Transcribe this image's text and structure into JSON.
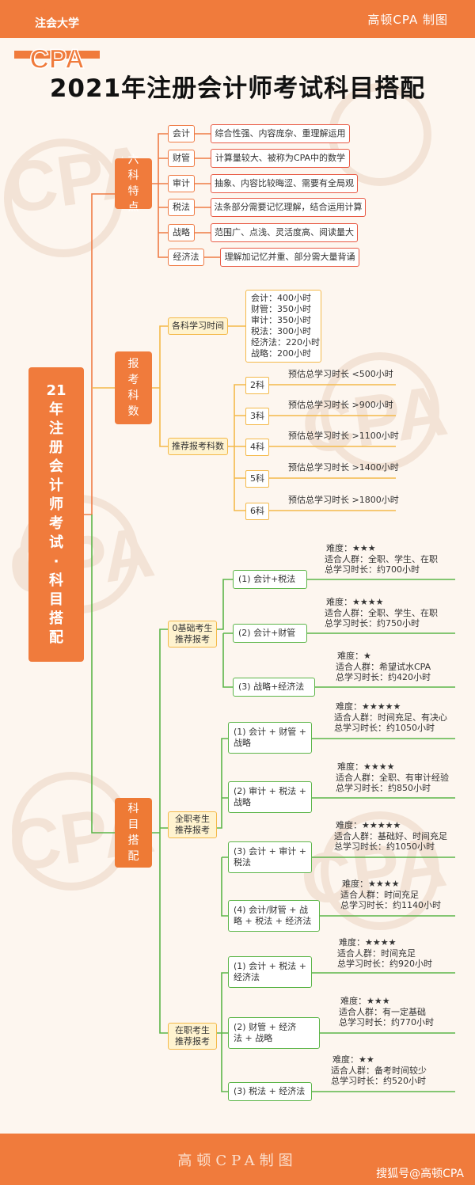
{
  "header": {
    "credit": "高顿CPA  制图"
  },
  "logo": {
    "text": "注会大学",
    "mark": "CPA"
  },
  "title": "2021年注册会计师考试科目搭配",
  "root_label": [
    "21",
    "年",
    "注",
    "册",
    "会",
    "计",
    "师",
    "考",
    "试",
    "·",
    "科",
    "目",
    "搭",
    "配"
  ],
  "branches": {
    "features": {
      "label": "六\n科\n特\n点",
      "items": [
        {
          "subject": "会计",
          "desc": "综合性强、内容庞杂、重理解运用"
        },
        {
          "subject": "财管",
          "desc": "计算量较大、被称为CPA中的数学"
        },
        {
          "subject": "审计",
          "desc": "抽象、内容比较晦涩、需要有全局观"
        },
        {
          "subject": "税法",
          "desc": "法条部分需要记忆理解，结合运用计算"
        },
        {
          "subject": "战略",
          "desc": "范围广、点浅、灵活度高、阅读量大"
        },
        {
          "subject": "经济法",
          "desc": "理解加记忆并重、部分需大量背诵"
        }
      ]
    },
    "registration": {
      "label": "报\n考\n科\n数",
      "study_time": {
        "label": "各科学习时间",
        "hours": [
          "会计：400小时",
          "财管：350小时",
          "审计：350小时",
          "税法：300小时",
          "经济法：220小时",
          "战略：200小时"
        ]
      },
      "recommend": {
        "label": "推荐报考科数",
        "items": [
          {
            "count": "2科",
            "estimate": "预估总学习时长 <500小时"
          },
          {
            "count": "3科",
            "estimate": "预估总学习时长 >900小时"
          },
          {
            "count": "4科",
            "estimate": "预估总学习时长 >1100小时"
          },
          {
            "count": "5科",
            "estimate": "预估总学习时长 >1400小时"
          },
          {
            "count": "6科",
            "estimate": "预估总学习时长 >1800小时"
          }
        ]
      }
    },
    "combos": {
      "label": "科\n目\n搭\n配",
      "groups": [
        {
          "label": "0基础考生\n推荐报考",
          "options": [
            {
              "name": "(1) 会计+税法",
              "difficulty": "难度：★★★",
              "audience": "适合人群：全职、学生、在职",
              "hours": "总学习时长：约700小时"
            },
            {
              "name": "(2) 会计+财管",
              "difficulty": "难度：★★★★",
              "audience": "适合人群：全职、学生、在职",
              "hours": "总学习时长：约750小时"
            },
            {
              "name": "(3) 战略+经济法",
              "difficulty": "难度：★",
              "audience": "适合人群：希望试水CPA",
              "hours": "总学习时长：约420小时"
            }
          ]
        },
        {
          "label": "全职考生\n推荐报考",
          "options": [
            {
              "name": "(1) 会计 + 财管 +\n战略",
              "difficulty": "难度：★★★★★",
              "audience": "适合人群：时间充足、有决心",
              "hours": "总学习时长：约1050小时"
            },
            {
              "name": "(2) 审计 + 税法 +\n战略",
              "difficulty": "难度：★★★★",
              "audience": "适合人群：全职、有审计经验",
              "hours": "总学习时长：约850小时"
            },
            {
              "name": "(3) 会计 + 审计 +\n税法",
              "difficulty": "难度：★★★★★",
              "audience": "适合人群：基础好、时间充足",
              "hours": "总学习时长：约1050小时"
            },
            {
              "name": "(4) 会计/财管 + 战\n略 + 税法 + 经济法",
              "difficulty": "难度：★★★★",
              "audience": "适合人群：时间充足",
              "hours": "总学习时长：约1140小时"
            }
          ]
        },
        {
          "label": "在职考生\n推荐报考",
          "options": [
            {
              "name": "(1) 会计 + 税法 +\n经济法",
              "difficulty": "难度：★★★★",
              "audience": "适合人群：时间充足",
              "hours": "总学习时长：约920小时"
            },
            {
              "name": "(2) 财管 + 经济\n法 + 战略",
              "difficulty": "难度：★★★",
              "audience": "适合人群：有一定基础",
              "hours": "总学习时长：约770小时"
            },
            {
              "name": "(3) 税法 + 经济法",
              "difficulty": "难度：★★",
              "audience": "适合人群：备考时间较少",
              "hours": "总学习时长：约520小时"
            }
          ]
        }
      ]
    }
  },
  "footer": {
    "center": "高顿CPA制图",
    "credit": "搜狐号@高顿CPA"
  },
  "colors": {
    "orange": "#f07b3c",
    "red_border": "#e85a45",
    "yellow_border": "#f4b94a",
    "green": "#5cb548",
    "background": "#fdf6ef"
  }
}
